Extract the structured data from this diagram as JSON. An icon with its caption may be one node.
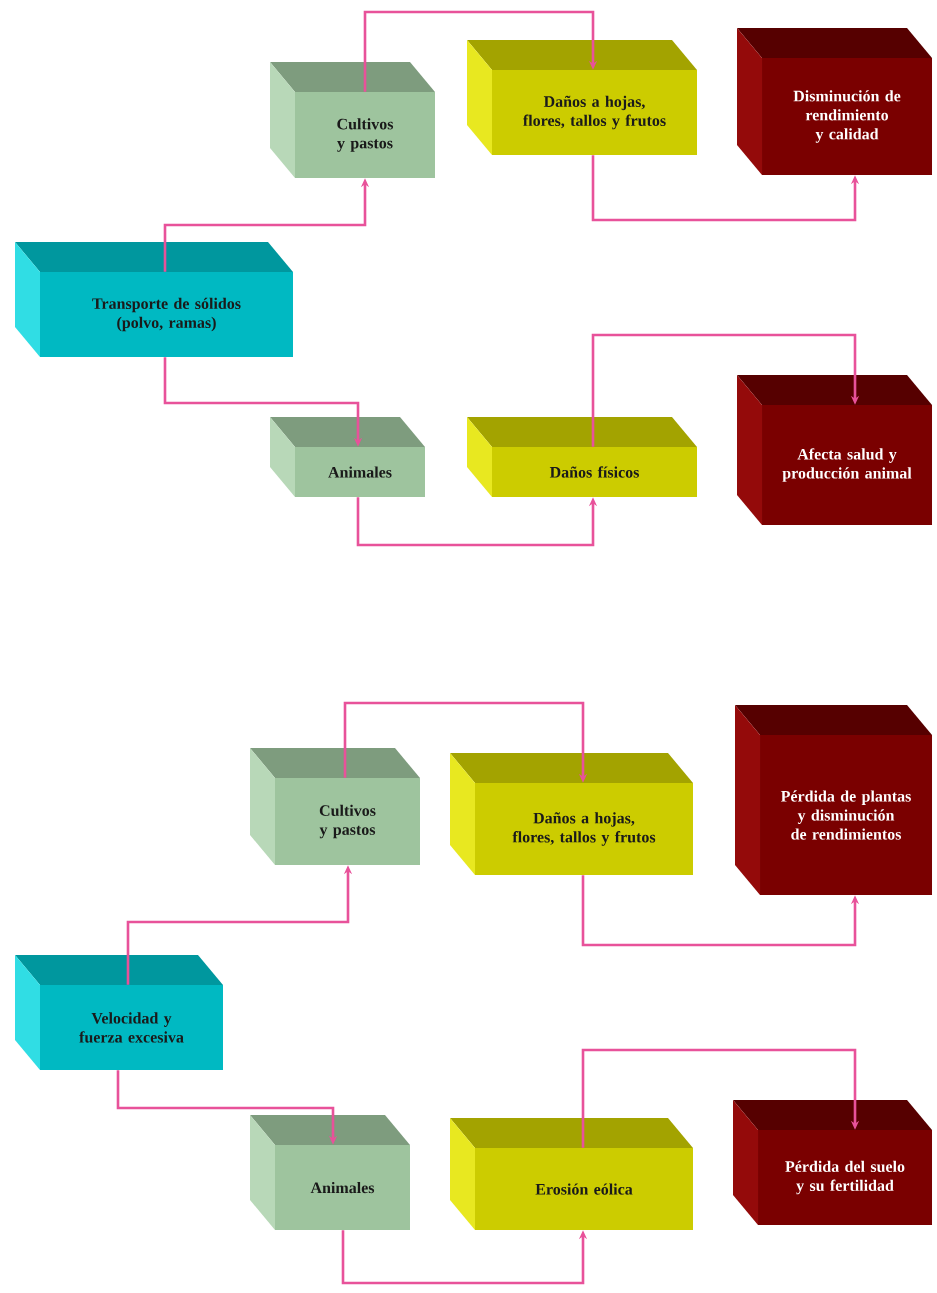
{
  "diagram": {
    "nodes": [
      {
        "text": [
          "Cultivos y pastos"
        ]
      },
      {
        "text": [
          "Daños a hojas, flores, tallos y frutos"
        ]
      },
      {
        "text": [
          "Disminución de rendimiento y calidad"
        ]
      },
      {
        "text": [
          "Transporte de sólidos (polvo, ramas)"
        ]
      },
      {
        "text": [
          "Animales"
        ]
      },
      {
        "text": [
          "Daños físicos"
        ]
      },
      {
        "text": [
          "Afecta salud y producción animal"
        ]
      },
      {
        "text": [
          "Cultivos y pastos"
        ]
      },
      {
        "text": [
          "Daños a hojas, flores, tallos y frutos"
        ]
      },
      {
        "text": [
          "Pérdida de plantas y disminución de rendimientos"
        ]
      },
      {
        "text": [
          "Velocidad y fuerza excesiva"
        ]
      },
      {
        "text": [
          "Animales"
        ]
      },
      {
        "text": [
          "Erosión eólica"
        ]
      },
      {
        "text": [
          "Pérdida del suelo y su fertilidad"
        ]
      }
    ],
    "edges": [
      {
        "from": 3,
        "to": 0,
        "arrow": "to"
      },
      {
        "from": 3,
        "to": 4,
        "arrow": "to"
      },
      {
        "from": 0,
        "to": 1,
        "arrow": "to"
      },
      {
        "from": 1,
        "to": 2,
        "arrow": "to"
      },
      {
        "from": 4,
        "to": 5,
        "arrow": "to"
      },
      {
        "from": 5,
        "to": 6,
        "arrow": "to"
      },
      {
        "from": 10,
        "to": 7,
        "arrow": "to"
      },
      {
        "from": 10,
        "to": 11,
        "arrow": "to"
      },
      {
        "from": 7,
        "to": 8,
        "arrow": "to"
      },
      {
        "from": 8,
        "to": 9,
        "arrow": "to"
      },
      {
        "from": 11,
        "to": 12,
        "arrow": "to"
      },
      {
        "from": 12,
        "to": 13,
        "arrow": "to"
      }
    ]
  }
}
